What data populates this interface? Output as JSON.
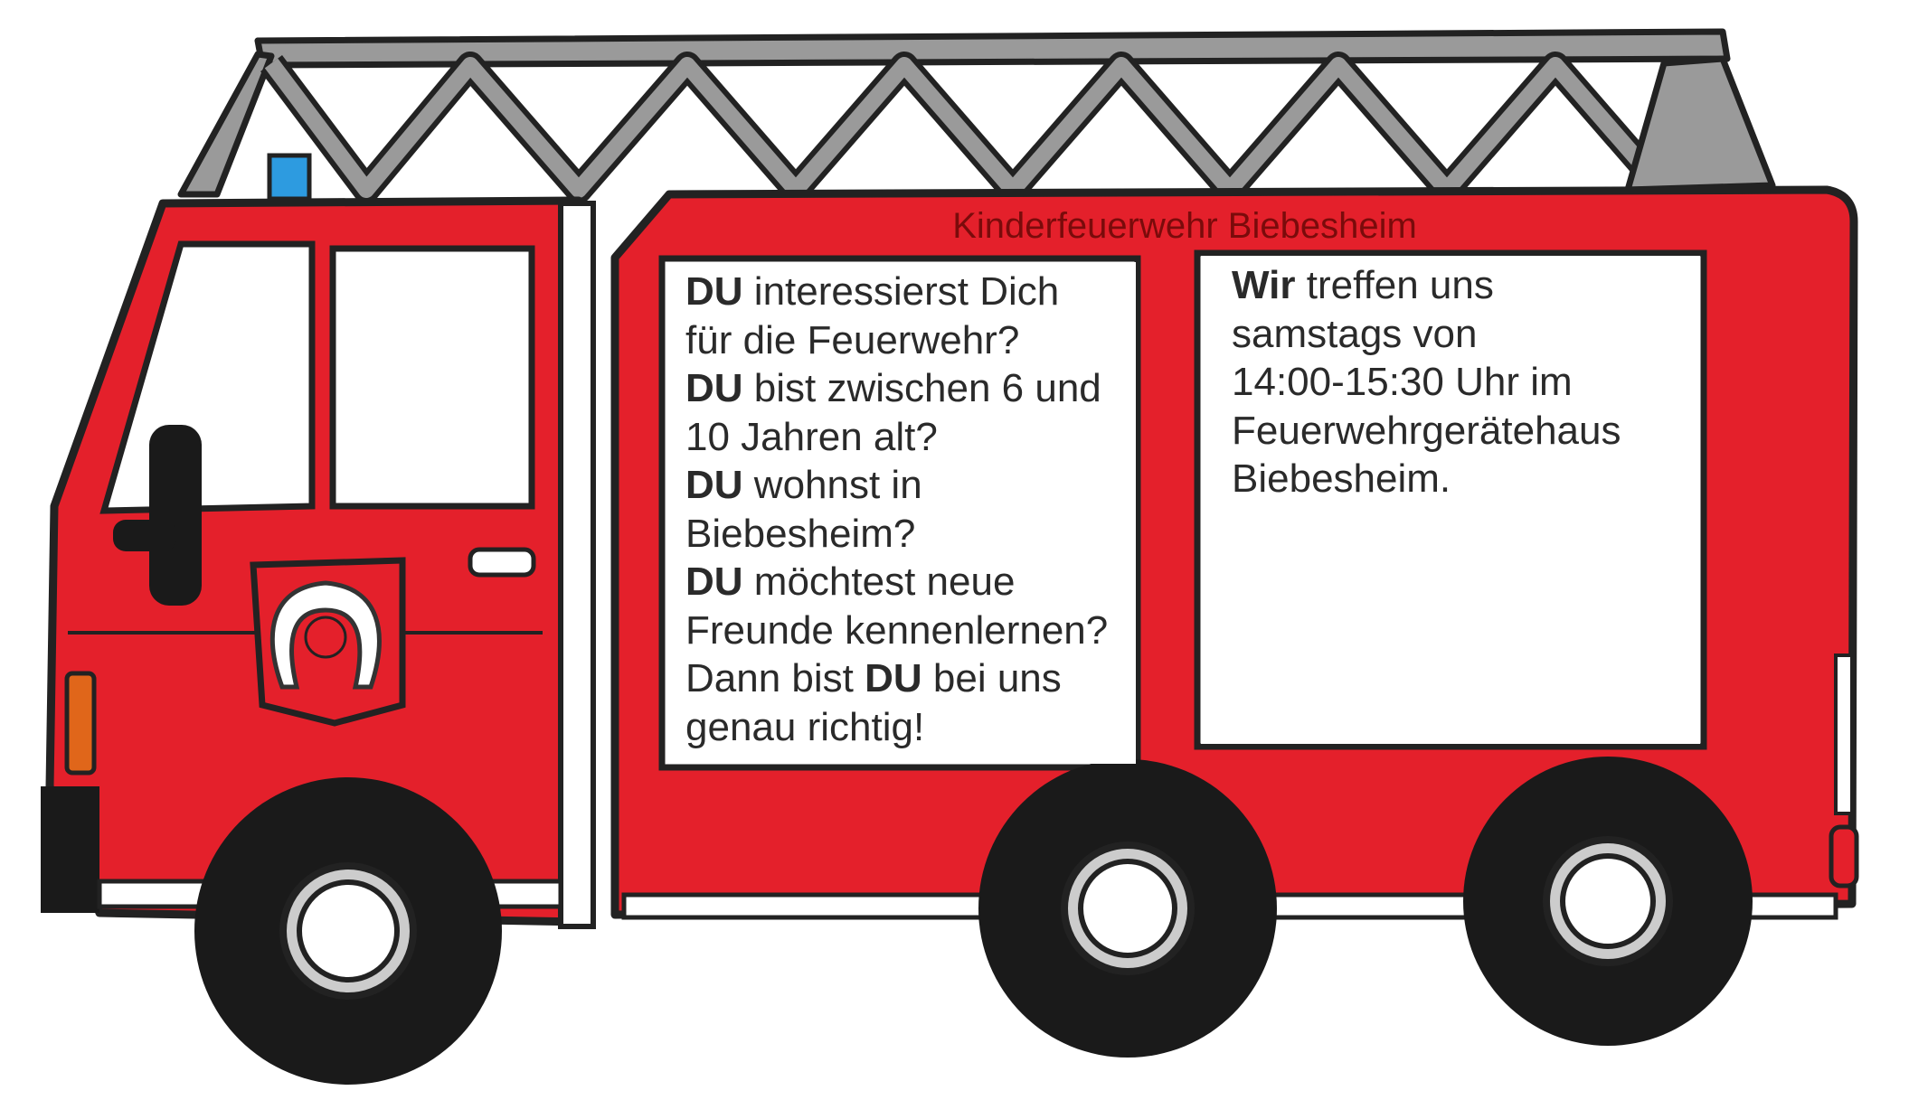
{
  "title": "Kinderfeuerwehr Biebesheim",
  "left_panel": {
    "lines": [
      {
        "bold": "DU",
        "rest": " interessierst Dich"
      },
      {
        "bold": "",
        "rest": "für die Feuerwehr?"
      },
      {
        "bold": "DU",
        "rest": " bist zwischen 6 und"
      },
      {
        "bold": "",
        "rest": "10 Jahren alt?"
      },
      {
        "bold": "DU",
        "rest": " wohnst in"
      },
      {
        "bold": "",
        "rest": "Biebesheim?"
      },
      {
        "bold": "DU",
        "rest": " möchtest neue"
      },
      {
        "bold": "",
        "rest": "Freunde kennenlernen?"
      },
      {
        "pre": "Dann bist ",
        "bold": "DU",
        "rest": " bei uns"
      },
      {
        "bold": "",
        "rest": "genau richtig!"
      }
    ]
  },
  "right_panel": {
    "lines": [
      {
        "bold": "Wir",
        "rest": " treffen uns"
      },
      {
        "bold": "",
        "rest": "samstags von"
      },
      {
        "bold": "",
        "rest": "14:00-15:30 Uhr im"
      },
      {
        "bold": "",
        "rest": "Feuerwehrgerätehaus"
      },
      {
        "bold": "",
        "rest": "Biebesheim."
      }
    ]
  },
  "colors": {
    "truck_body": "#e4202b",
    "ladder": "#9a9a9a",
    "outline": "#222222",
    "blue_light": "#2d9be0",
    "indicator": "#e0661a",
    "wheel": "#1a1a1a"
  }
}
